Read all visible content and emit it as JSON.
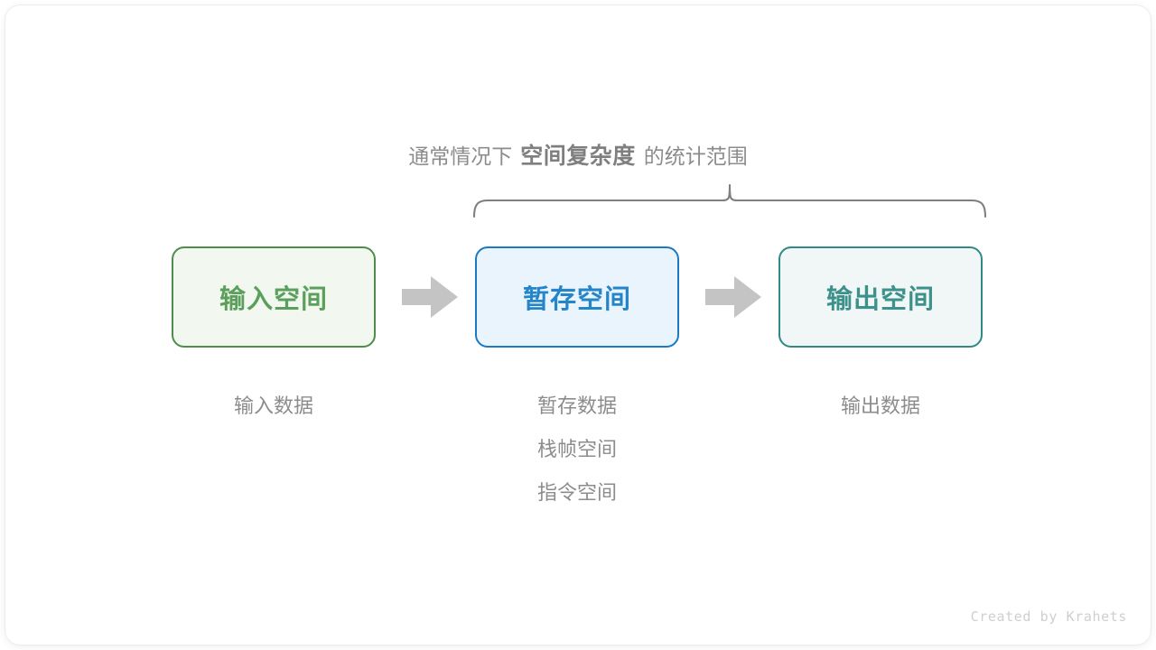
{
  "diagram": {
    "title_prefix": "通常情况下",
    "title_emphasis": "空间复杂度",
    "title_suffix": "的统计范围",
    "brace": {
      "name": "scope-brace",
      "spans_boxes": [
        "暂存空间",
        "输出空间"
      ],
      "color": "#7f7f7f"
    },
    "stages": [
      {
        "id": "input",
        "box_label": "输入空间",
        "border_color": "#4e8d4a",
        "fill_color": "#f2f8ef",
        "text_color": "#5aa05c",
        "captions": [
          "输入数据"
        ]
      },
      {
        "id": "temp",
        "box_label": "暂存空间",
        "border_color": "#1b7ac4",
        "fill_color": "#e9f4fc",
        "text_color": "#2585c9",
        "captions": [
          "暂存数据",
          "栈帧空间",
          "指令空间"
        ]
      },
      {
        "id": "output",
        "box_label": "输出空间",
        "border_color": "#2f8a84",
        "fill_color": "#f0f7f6",
        "text_color": "#3d918b",
        "captions": [
          "输出数据"
        ]
      }
    ],
    "arrows": [
      {
        "id": "arrow-1",
        "icon": "right-arrow-icon",
        "color": "#c4c4c4"
      },
      {
        "id": "arrow-2",
        "icon": "right-arrow-icon",
        "color": "#c4c4c4"
      }
    ],
    "watermark": "Created by Krahets",
    "background_color": "#ffffff",
    "caption_color": "#8c8c8c"
  }
}
